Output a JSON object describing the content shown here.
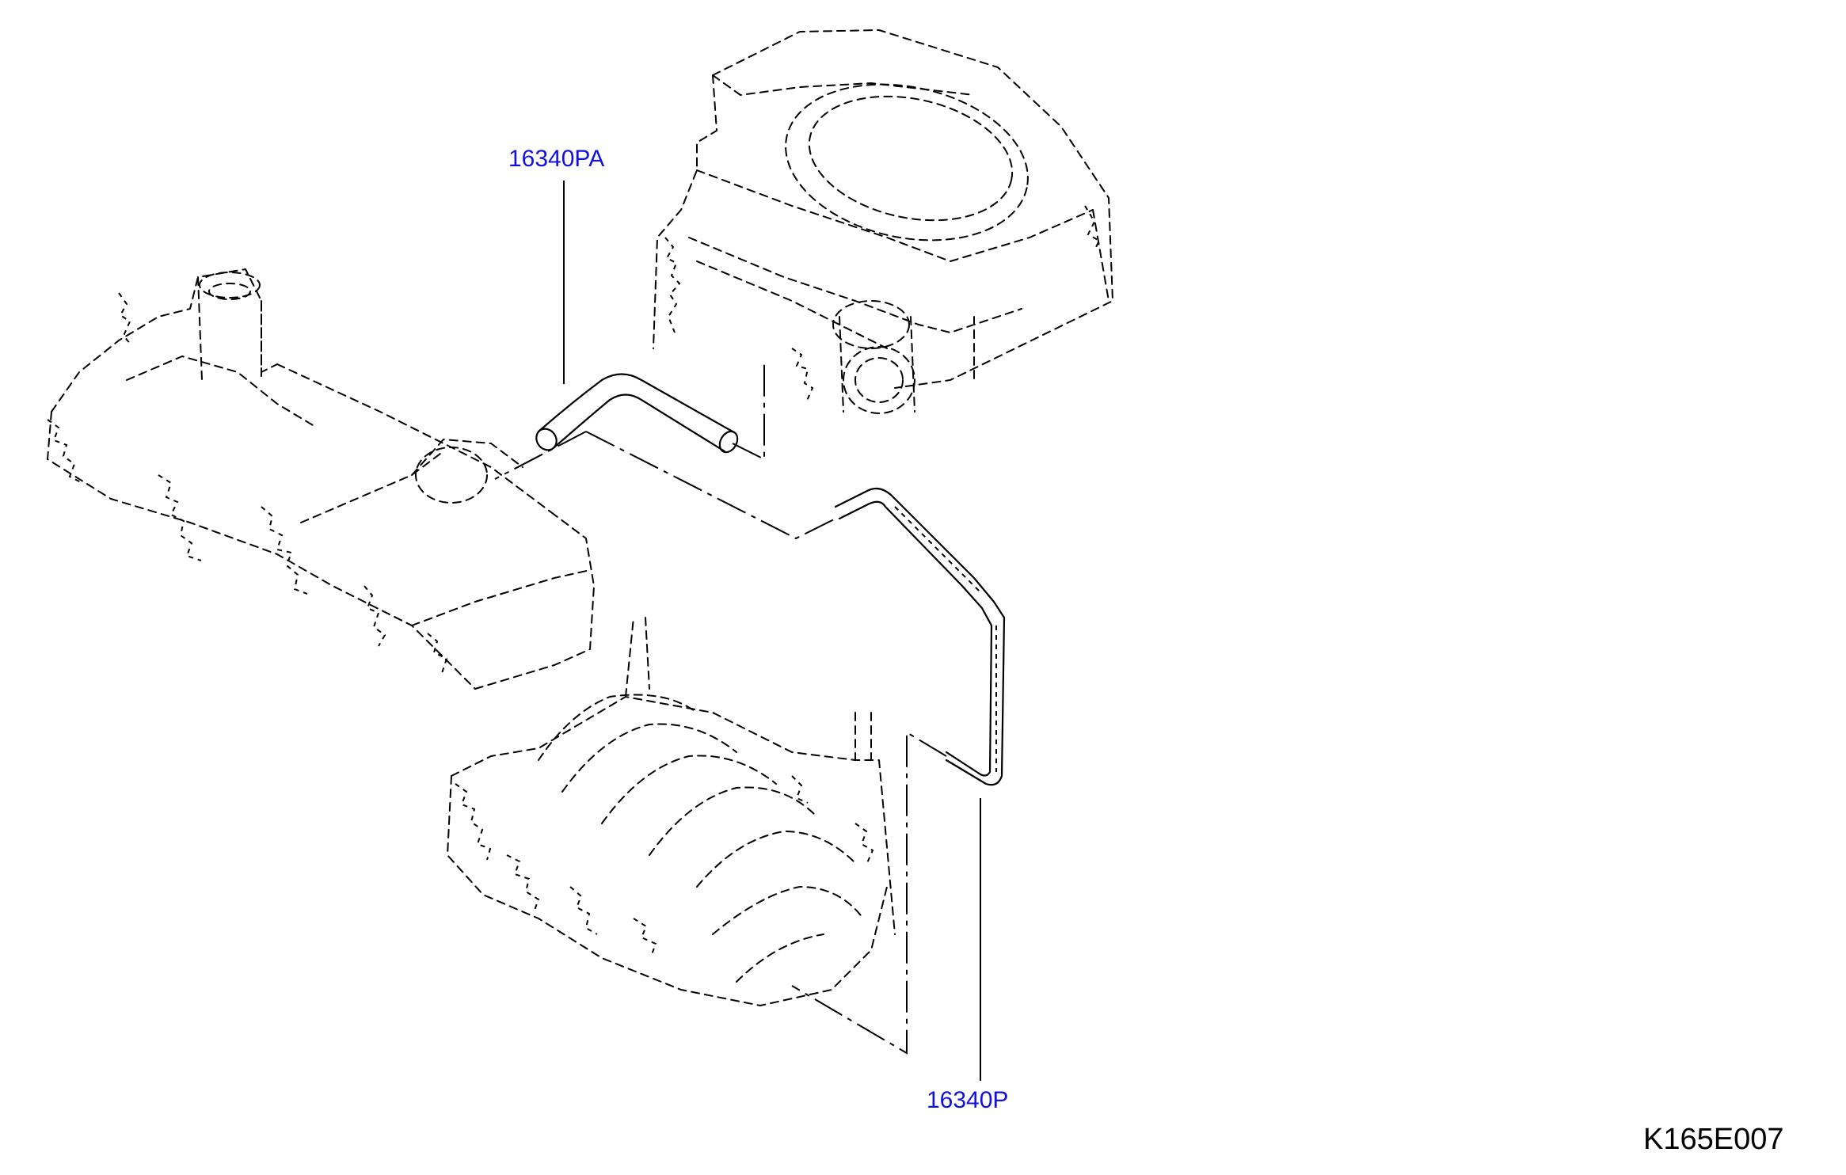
{
  "diagram": {
    "parts": [
      {
        "id": "hose-upper",
        "label": "16340PA"
      },
      {
        "id": "hose-lower",
        "label": "16340P"
      }
    ],
    "figure_code": "K165E007",
    "colors": {
      "callout": "#1010e0",
      "lines": "#000000",
      "background": "#ffffff"
    }
  }
}
